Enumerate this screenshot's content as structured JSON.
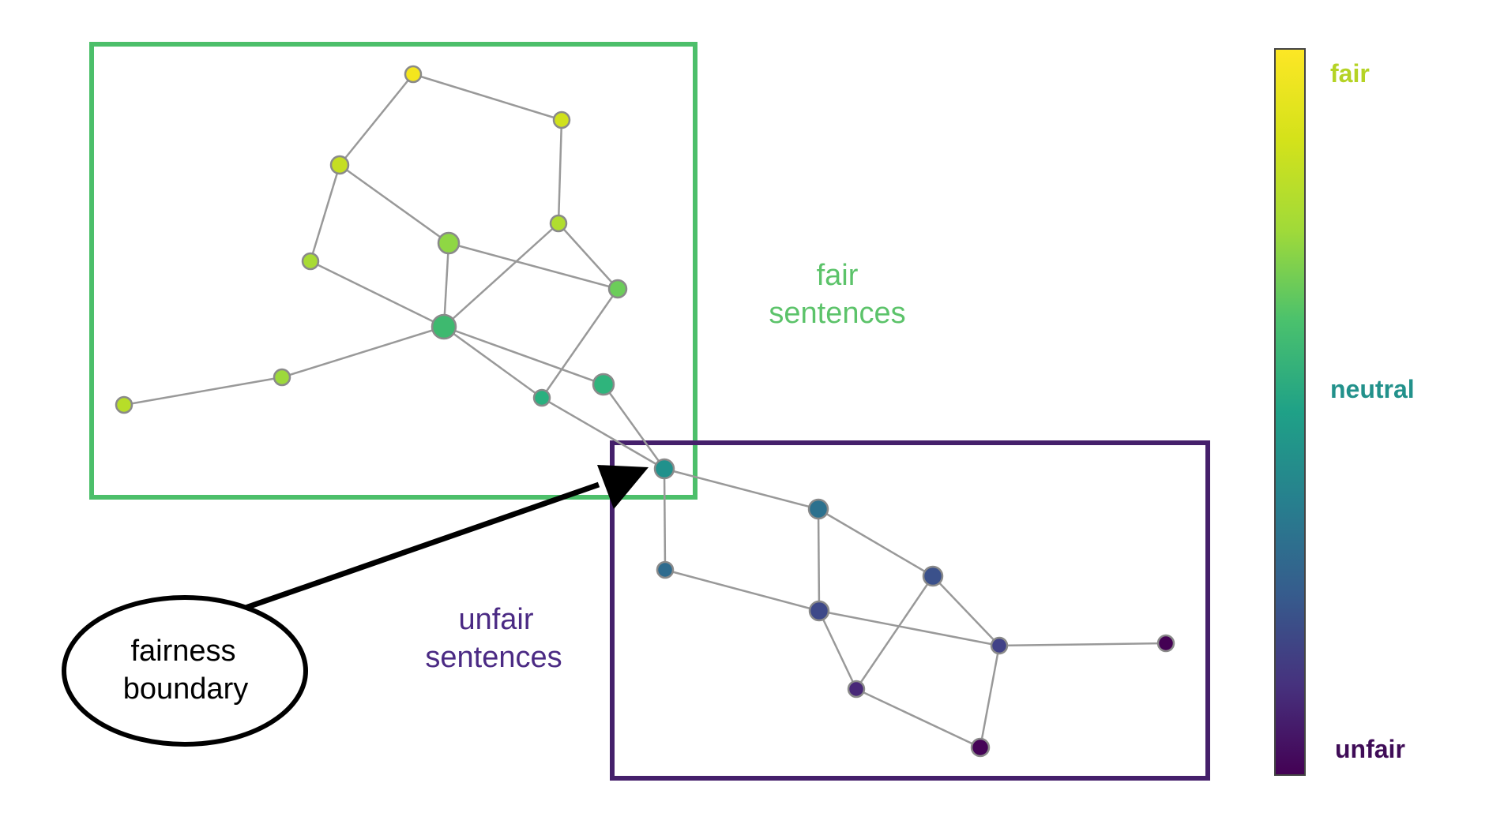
{
  "colors": {
    "fair_box": "#4cbf6a",
    "unfair_box": "#45206b",
    "edge": "#999999",
    "node_stroke": "#8a8a8a",
    "arrow": "#000000",
    "fair_text": "#5cc36a",
    "unfair_text": "#4b2a84",
    "cb_fair": "#b5d325",
    "cb_neutral": "#22918b",
    "cb_unfair": "#3f0c57"
  },
  "labels": {
    "fair_group_line1": "fair",
    "fair_group_line2": "sentences",
    "unfair_group_line1": "unfair",
    "unfair_group_line2": "sentences",
    "boundary_line1": "fairness",
    "boundary_line2": "boundary"
  },
  "colorbar": {
    "top_label": "fair",
    "mid_label": "neutral",
    "bottom_label": "unfair"
  },
  "graph": {
    "nodes": [
      {
        "id": "n1",
        "color": "#f4e61e"
      },
      {
        "id": "n2",
        "color": "#d0e11c"
      },
      {
        "id": "n3",
        "color": "#c5de22"
      },
      {
        "id": "n4",
        "color": "#b0dd2f"
      },
      {
        "id": "n5",
        "color": "#8fd744"
      },
      {
        "id": "n6",
        "color": "#a8db34"
      },
      {
        "id": "n7",
        "color": "#6ccd5a"
      },
      {
        "id": "n8",
        "color": "#3eb96f"
      },
      {
        "id": "n9",
        "color": "#9dd93b"
      },
      {
        "id": "n10",
        "color": "#b7dd29"
      },
      {
        "id": "n11",
        "color": "#2fb47c"
      },
      {
        "id": "n12",
        "color": "#2ab07f"
      },
      {
        "id": "n13",
        "color": "#21918c"
      },
      {
        "id": "n14",
        "color": "#2c718e"
      },
      {
        "id": "n15",
        "color": "#2e6b8e"
      },
      {
        "id": "n16",
        "color": "#3b518b"
      },
      {
        "id": "n17",
        "color": "#3e4989"
      },
      {
        "id": "n18",
        "color": "#414287"
      },
      {
        "id": "n19",
        "color": "#482878"
      },
      {
        "id": "n20",
        "color": "#440154"
      },
      {
        "id": "n21",
        "color": "#450457"
      }
    ],
    "edges": [
      [
        "n1",
        "n2"
      ],
      [
        "n1",
        "n3"
      ],
      [
        "n2",
        "n4"
      ],
      [
        "n3",
        "n5"
      ],
      [
        "n3",
        "n6"
      ],
      [
        "n4",
        "n8"
      ],
      [
        "n4",
        "n7"
      ],
      [
        "n5",
        "n7"
      ],
      [
        "n5",
        "n8"
      ],
      [
        "n6",
        "n8"
      ],
      [
        "n8",
        "n9"
      ],
      [
        "n9",
        "n10"
      ],
      [
        "n8",
        "n11"
      ],
      [
        "n8",
        "n12"
      ],
      [
        "n7",
        "n12"
      ],
      [
        "n11",
        "n13"
      ],
      [
        "n12",
        "n13"
      ],
      [
        "n13",
        "n14"
      ],
      [
        "n13",
        "n15"
      ],
      [
        "n14",
        "n17"
      ],
      [
        "n14",
        "n16"
      ],
      [
        "n15",
        "n17"
      ],
      [
        "n17",
        "n18"
      ],
      [
        "n17",
        "n19"
      ],
      [
        "n16",
        "n18"
      ],
      [
        "n16",
        "n19"
      ],
      [
        "n18",
        "n20"
      ],
      [
        "n18",
        "n21"
      ],
      [
        "n19",
        "n21"
      ]
    ]
  }
}
